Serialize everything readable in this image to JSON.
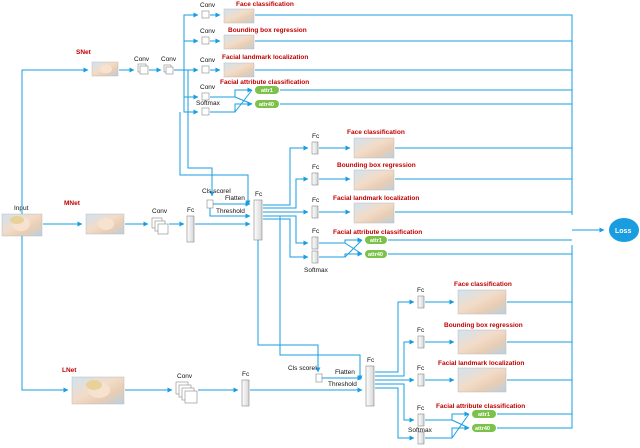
{
  "labels": {
    "input": "Input",
    "snet": "SNet",
    "mnet": "MNet",
    "lnet": "LNet",
    "conv": "Conv",
    "fc": "Fc",
    "softmax": "Softmax",
    "flatten": "Flatten",
    "threshold": "Threshold",
    "cls_score": "Cls scoreI",
    "loss": "Loss"
  },
  "tasks": {
    "face_classification": "Face classification",
    "bbox_regression": "Bounding box regression",
    "landmark_localization": "Facial landmark localization",
    "attribute_classification": "Facial attribute classification"
  },
  "attrs": {
    "attr1": "attr1",
    "attr40": "attr40"
  },
  "colors": {
    "arrow": "#1a9de0",
    "task_text": "#c00000",
    "attr_pill": "#7cc24a",
    "loss_node": "#1a9de0"
  }
}
